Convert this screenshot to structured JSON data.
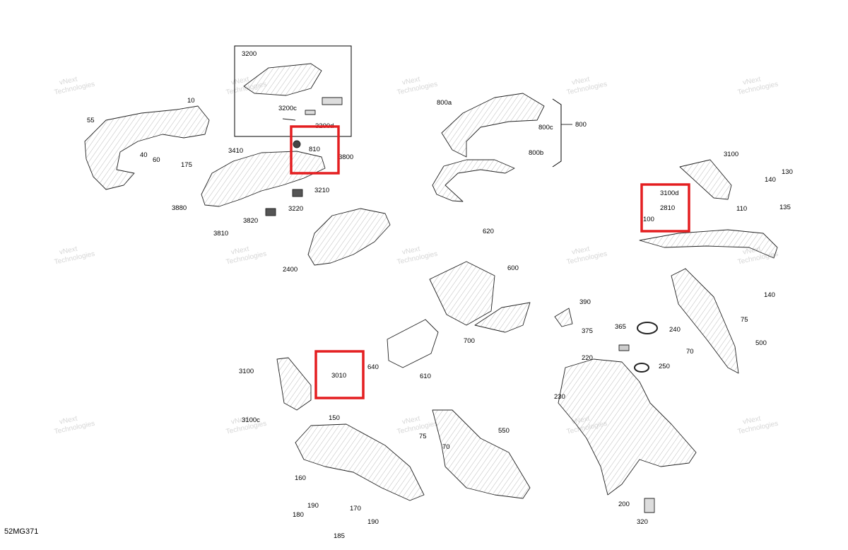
{
  "diagram_code": "52MG371",
  "watermark": {
    "line1": "vNext",
    "line2": "Technologies"
  },
  "highlight_color": "#e41e20",
  "part_labels": {
    "p3200": "3200",
    "p3200c": "3200c",
    "p3200d": "3200d",
    "p10": "10",
    "p55": "55",
    "p40": "40",
    "p60": "60",
    "p175": "175",
    "p3410": "3410",
    "p810": "810",
    "p3800": "3800",
    "p3210": "3210",
    "p3880": "3880",
    "p3810": "3810",
    "p3820": "3820",
    "p3220": "3220",
    "p2400": "2400",
    "p800a": "800a",
    "p800c": "800c",
    "p800": "800",
    "p800b": "800b",
    "p3100": "3100",
    "p3100d": "3100d",
    "p2810": "2810",
    "p100": "100",
    "p110": "110",
    "p130": "130",
    "p140": "140",
    "p135": "135",
    "p140b": "140",
    "p620": "620",
    "p600": "600",
    "p700": "700",
    "p640": "640",
    "p610": "610",
    "p390": "390",
    "p375": "375",
    "p365": "365",
    "p240": "240",
    "p220": "220",
    "p250": "250",
    "p75": "75",
    "p70": "70",
    "p500": "500",
    "p230": "230",
    "p200": "200",
    "p320": "320",
    "p3100b": "3100",
    "p3010": "3010",
    "p3100c": "3100c",
    "p150": "150",
    "p160": "160",
    "p170": "170",
    "p180": "180",
    "p190": "190",
    "p185": "185",
    "p190b": "190",
    "p75b": "75",
    "p70b": "70",
    "p550": "550"
  }
}
